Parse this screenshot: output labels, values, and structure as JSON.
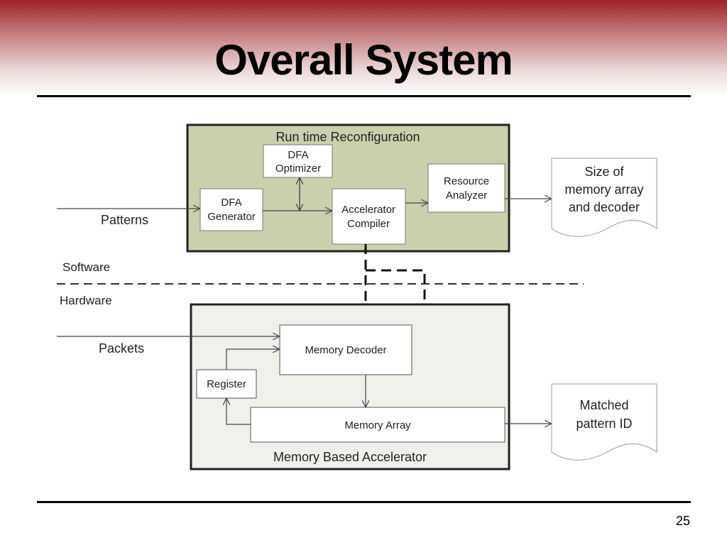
{
  "slide": {
    "title": "Overall System",
    "page_number": "25"
  },
  "diagram": {
    "software_box": {
      "label": "Run time Reconfiguration"
    },
    "hardware_box": {
      "label": "Memory Based Accelerator"
    },
    "nodes": {
      "dfa_optimizer": [
        "DFA",
        "Optimizer"
      ],
      "dfa_generator": [
        "DFA",
        "Generator"
      ],
      "accelerator_compiler": [
        "Accelerator",
        "Compiler"
      ],
      "resource_analyzer": [
        "Resource",
        "Analyzer"
      ],
      "memory_decoder": "Memory Decoder",
      "register": "Register",
      "memory_array": "Memory Array"
    },
    "documents": {
      "size_doc": [
        "Size of",
        "memory array",
        "and decoder"
      ],
      "matched_doc": [
        "Matched",
        "pattern ID"
      ]
    },
    "inputs": {
      "patterns": "Patterns",
      "packets": "Packets"
    },
    "layers": {
      "software": "Software",
      "hardware": "Hardware"
    }
  }
}
